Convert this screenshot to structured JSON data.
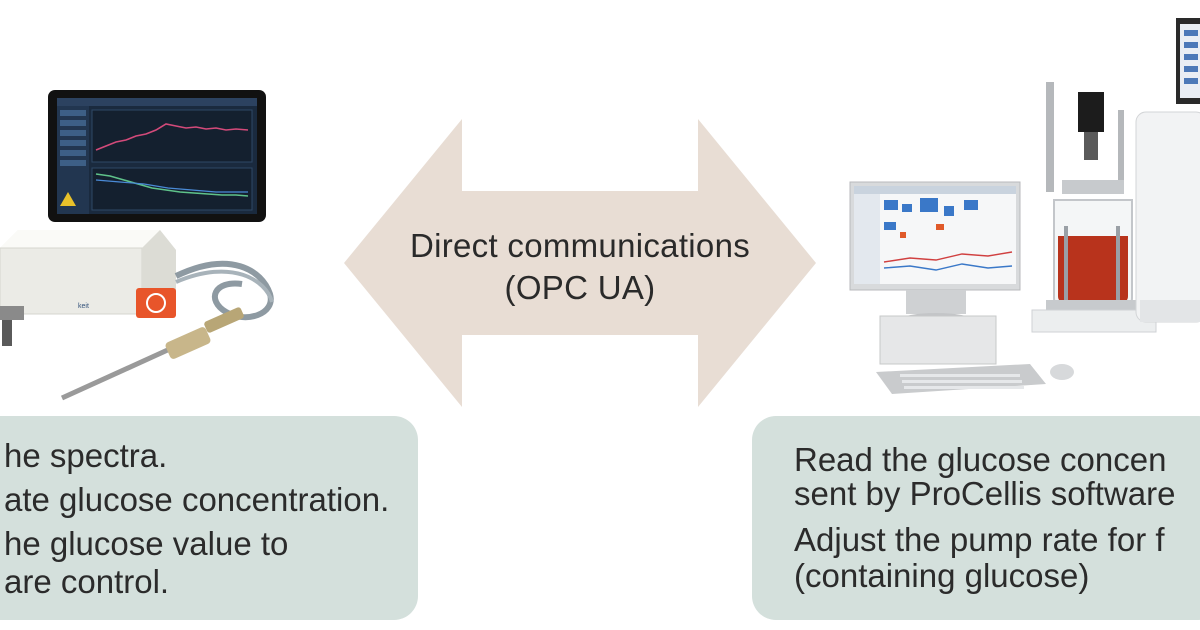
{
  "arrow": {
    "label_line1": "Direct communications",
    "label_line2": "(OPC UA)",
    "color": "#e8ddd4"
  },
  "left_panel": {
    "lines": [
      "he spectra.",
      "ate glucose concentration.",
      "he glucose value to",
      "are control."
    ],
    "background": "#d4e0dc"
  },
  "right_panel": {
    "lines": [
      "Read the glucose concen",
      "sent by ProCellis software",
      "Adjust the pump rate for f",
      "(containing glucose)"
    ],
    "background": "#d4e0dc"
  },
  "left_device": {
    "analyzer_brand": "keit",
    "tablet_screen_color": "#1a2a3e",
    "accent_color": "#e8552a"
  },
  "right_device": {
    "fluid_color": "#b8331c"
  }
}
